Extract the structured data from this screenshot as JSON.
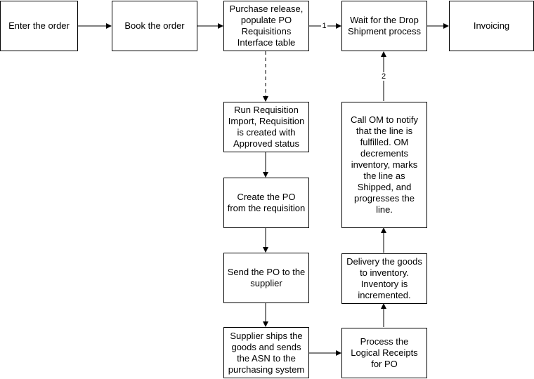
{
  "boxes": {
    "enter_order": "Enter the order",
    "book_order": "Book the order",
    "purchase_release": "Purchase release,\npopulate PO\nRequisitions\nInterface table",
    "wait_drop_ship": "Wait for the Drop\nShipment process",
    "invoicing": "Invoicing",
    "run_req_import": "Run Requisition\nImport, Requisition\nis created with\nApproved status",
    "create_po": "Create the PO\nfrom the requisition",
    "send_po": "Send the PO to the\nsupplier",
    "supplier_ships": "Supplier ships the\ngoods and sends\nthe ASN to the\npurchasing system",
    "process_receipts": "Process the\nLogical Receipts\nfor PO",
    "delivery_goods": "Delivery the goods\nto inventory.\nInventory is\nincremented.",
    "call_om": "Call OM to notify\nthat the line is\nfulfilled. OM\ndecrements\ninventory, marks\nthe line as\nShipped, and\nprogresses the\nline."
  },
  "labels": {
    "edge_1": "1",
    "edge_2": "2"
  }
}
